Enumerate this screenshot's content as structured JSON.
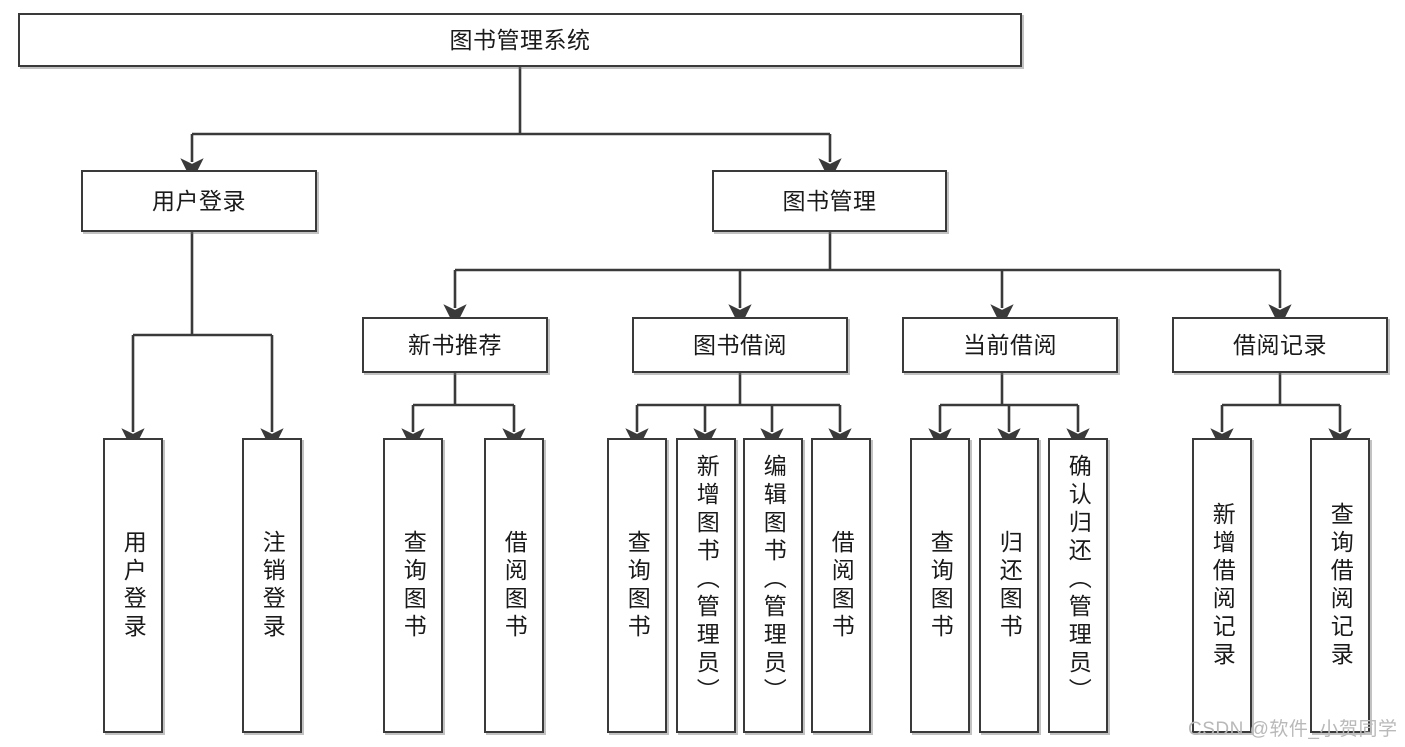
{
  "diagram": {
    "type": "tree",
    "title": "图书管理系统",
    "orientation": "top-down",
    "colors": {
      "box_border": "#3a3a3a",
      "box_fill": "#ffffff",
      "connector": "#3a3a3a",
      "text": "#1a1a1a",
      "watermark": "#b9b9b9"
    },
    "nodes": {
      "root": {
        "label": "图书管理系统"
      },
      "level2": [
        {
          "id": "user-login",
          "label": "用户登录"
        },
        {
          "id": "book-manage",
          "label": "图书管理"
        }
      ],
      "level3": [
        {
          "id": "new-book-recommend",
          "label": "新书推荐"
        },
        {
          "id": "book-borrow",
          "label": "图书借阅"
        },
        {
          "id": "current-borrow",
          "label": "当前借阅"
        },
        {
          "id": "borrow-record",
          "label": "借阅记录"
        }
      ],
      "leaves": {
        "user-login": [
          {
            "id": "leaf-user-login",
            "label": "用户登录"
          },
          {
            "id": "leaf-logout",
            "label": "注销登录"
          }
        ],
        "new-book-recommend": [
          {
            "id": "leaf-query-book-1",
            "label": "查询图书"
          },
          {
            "id": "leaf-borrow-book-1",
            "label": "借阅图书"
          }
        ],
        "book-borrow": [
          {
            "id": "leaf-query-book-2",
            "label": "查询图书"
          },
          {
            "id": "leaf-add-book",
            "label": "新增图书（管理员）"
          },
          {
            "id": "leaf-edit-book",
            "label": "编辑图书（管理员）"
          },
          {
            "id": "leaf-borrow-book-2",
            "label": "借阅图书"
          }
        ],
        "current-borrow": [
          {
            "id": "leaf-query-book-3",
            "label": "查询图书"
          },
          {
            "id": "leaf-return-book",
            "label": "归还图书"
          },
          {
            "id": "leaf-confirm-return",
            "label": "确认归还（管理员）"
          }
        ],
        "borrow-record": [
          {
            "id": "leaf-add-record",
            "label": "新增借阅记录"
          },
          {
            "id": "leaf-query-record",
            "label": "查询借阅记录"
          }
        ]
      }
    }
  },
  "watermark": {
    "text": "CSDN @软件_小贺同学"
  }
}
